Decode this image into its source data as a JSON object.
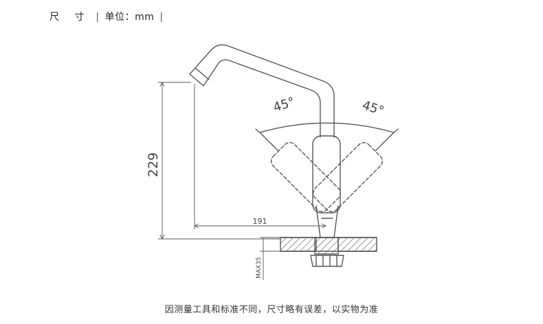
{
  "header": {
    "title": "尺 寸",
    "separator": "|",
    "unit": "单位：mm"
  },
  "diagram": {
    "height_label": "229",
    "reach_label": "191",
    "angle_left_label": "45°",
    "angle_right_label": "45°",
    "mount_label": "MAX35"
  },
  "footer": {
    "caption": "因测量工具和标准不同，尺寸略有误差，以实物为准"
  },
  "colors": {
    "line": "#555555",
    "text": "#333333"
  }
}
